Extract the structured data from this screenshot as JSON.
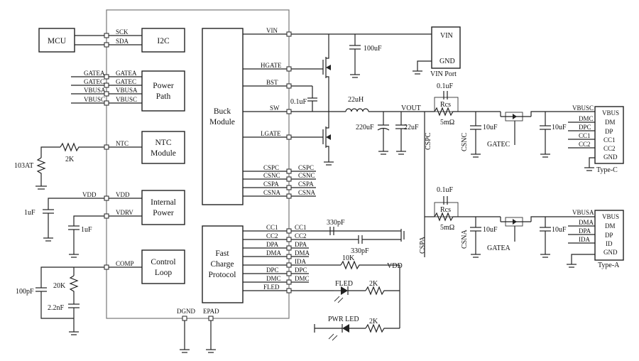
{
  "chip": {
    "top_pins": [],
    "bottom_pins": [
      "DGND",
      "EPAD"
    ],
    "left_pins": [
      "SCK",
      "SDA",
      "GATEA",
      "GATEC",
      "VBUSA",
      "VBUSC",
      "NTC",
      "VDD",
      "VDRV",
      "COMP"
    ],
    "right_pins": [
      "VIN",
      "HGATE",
      "BST",
      "SW",
      "LGATE",
      "CSPC",
      "CSNC",
      "CSPA",
      "CSNA",
      "CC1",
      "CC2",
      "DPA",
      "DMA",
      "DPC",
      "DMC",
      "FLED"
    ]
  },
  "blocks": {
    "mcu": "MCU",
    "i2c": "I2C",
    "power_path": [
      "Power",
      "Path"
    ],
    "ntc_module": [
      "NTC",
      "Module"
    ],
    "internal_power": [
      "Internal",
      "Power"
    ],
    "control_loop": [
      "Control",
      "Loop"
    ],
    "buck_module": [
      "Buck",
      "Module"
    ],
    "fast_charge": [
      "Fast",
      "Charge",
      "Protocol"
    ]
  },
  "block_pins": {
    "power_path": [
      "GATEA",
      "GATEC",
      "VBUSA",
      "VBUSC"
    ],
    "fast_charge_left": [
      "CC1",
      "CC2",
      "DPA",
      "DMA",
      "DPC",
      "DMC",
      "FLED"
    ],
    "fast_charge_right": [
      "CC1",
      "CC2",
      "DPA",
      "DMA",
      "IDA",
      "DPC",
      "DMC"
    ],
    "buck_right": [
      "CSPC",
      "CSNC",
      "CSPA",
      "CSNA"
    ]
  },
  "external_nets": [
    "GATEA",
    "GATEC",
    "VBUSA",
    "VBUSC"
  ],
  "components": {
    "c_vin": "100uF",
    "c_bst": "0.1uF",
    "inductor": "22uH",
    "c_out1": "220uF",
    "c_out2": "22uF",
    "vout": "VOUT",
    "ntc_res": "2K",
    "ntc_therm": "103AT",
    "c_vdd": "1uF",
    "c_vdrv": "1uF",
    "c_comp1": "100pF",
    "r_comp": "20K",
    "c_comp2": "2.2nF",
    "c_cc1": "330pF",
    "c_cc2": "330pF",
    "r_vdd": "10K",
    "vdd_net": "VDD",
    "fled_label": "FLED",
    "r_fled": "2K",
    "pwr_led": "PWR LED",
    "r_pwr": "2K"
  },
  "vin_port": {
    "vin": "VIN",
    "gnd": "GND",
    "label": "VIN Port"
  },
  "port_c": {
    "c_sense": "0.1uF",
    "rcs": "Rcs",
    "rcs_val": "5mΩ",
    "c_mid": "10uF",
    "c_out": "10uF",
    "gate_net": "GATEC",
    "csp": "CSPC",
    "csn": "CSNC",
    "nets": [
      "VBUSC",
      "DMC",
      "DPC",
      "CC1",
      "CC2"
    ],
    "pins": [
      "VBUS",
      "DM",
      "DP",
      "CC1",
      "CC2",
      "GND"
    ],
    "label": "Type-C"
  },
  "port_a": {
    "c_sense": "0.1uF",
    "rcs": "Rcs",
    "rcs_val": "5mΩ",
    "c_mid": "10uF",
    "c_out": "10uF",
    "gate_net": "GATEA",
    "csp": "CSPA",
    "csn": "CSNA",
    "nets": [
      "VBUSA",
      "DMA",
      "DPA",
      "IDA"
    ],
    "pins": [
      "VBUS",
      "DM",
      "DP",
      "ID",
      "GND"
    ],
    "label": "Type-A"
  }
}
